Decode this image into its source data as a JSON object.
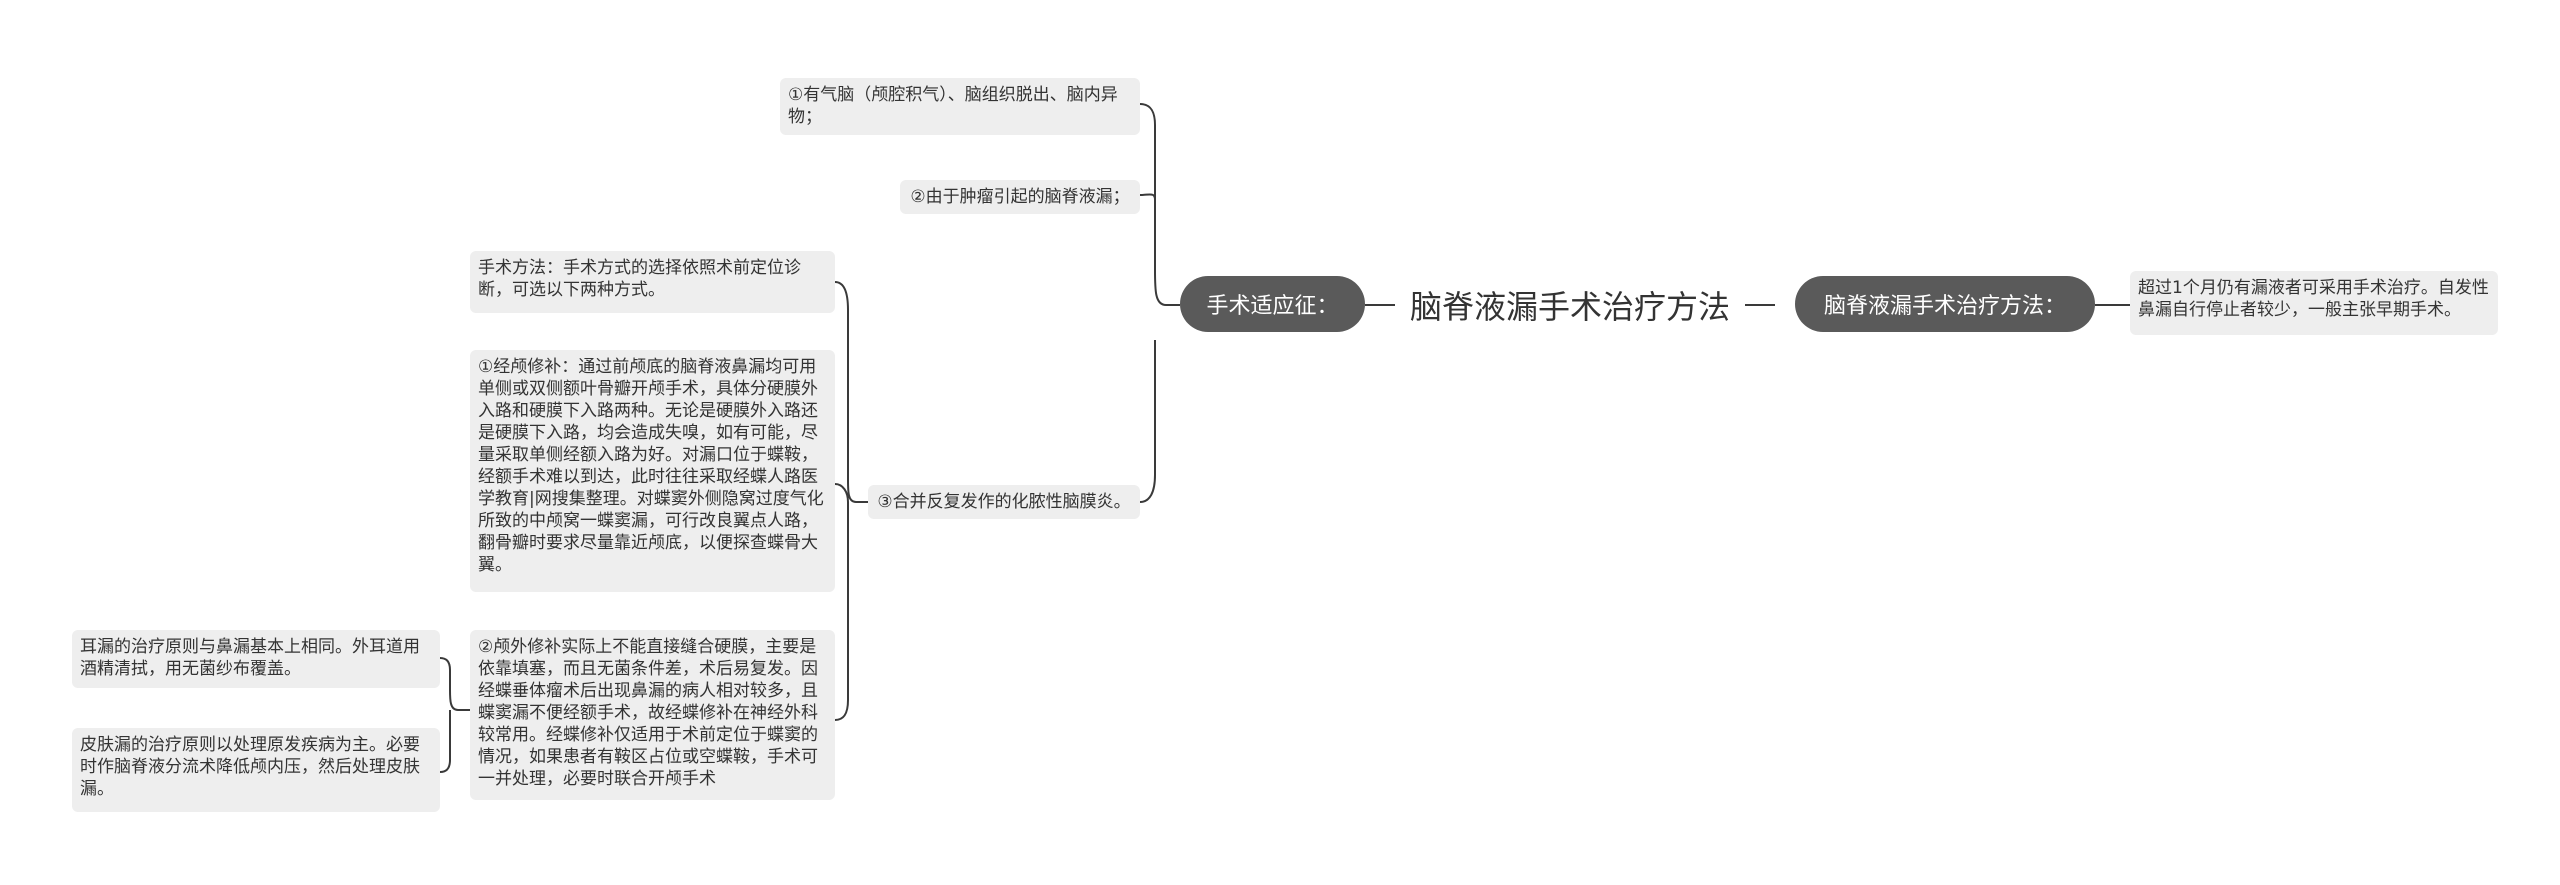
{
  "root": {
    "title": "脑脊液漏手术治疗方法"
  },
  "right_branch": {
    "label": "脑脊液漏手术治疗方法：",
    "detail": "超过1个月仍有漏液者可采用手术治疗。自发性鼻漏自行停止者较少，一般主张早期手术。"
  },
  "left_branch": {
    "label": "手术适应征：",
    "items": [
      "①有气脑（颅腔积气）、脑组织脱出、脑内异物；",
      "②由于肿瘤引起的脑脊液漏；",
      "③合并反复发作的化脓性脑膜炎。"
    ]
  },
  "surgery": {
    "method": "手术方法：手术方式的选择依照术前定位诊断，可选以下两种方式。",
    "intracranial": "①经颅修补：通过前颅底的脑脊液鼻漏均可用单侧或双侧额叶骨瓣开颅手术，具体分硬膜外入路和硬膜下入路两种。无论是硬膜外入路还是硬膜下入路，均会造成失嗅，如有可能，尽量采取单侧经额入路为好。对漏口位于蝶鞍，经额手术难以到达，此时往往采取经蝶人路医学教育|网搜集整理。对蝶窦外侧隐窝过度气化所致的中颅窝一蝶窦漏，可行改良翼点人路，翻骨瓣时要求尽量靠近颅底，以便探查蝶骨大翼。",
    "extracranial": "②颅外修补实际上不能直接缝合硬膜，主要是依靠填塞，而且无菌条件差，术后易复发。因经蝶垂体瘤术后出现鼻漏的病人相对较多，且蝶窦漏不便经额手术，故经蝶修补在神经外科较常用。经蝶修补仅适用于术前定位于蝶窦的情况，如果患者有鞍区占位或空蝶鞍，手术可一并处理，必要时联合开颅手术"
  },
  "notes": {
    "ear": "耳漏的治疗原则与鼻漏基本上相同。外耳道用酒精清拭，用无菌纱布覆盖。",
    "skin": "皮肤漏的治疗原则以处理原发疾病为主。必要时作脑脊液分流术降低颅内压，然后处理皮肤漏。"
  },
  "colors": {
    "line": "#3a3a3a",
    "hub_fill": "#5a5a5a",
    "leaf_fill": "#eeeeee",
    "text": "#333333"
  }
}
